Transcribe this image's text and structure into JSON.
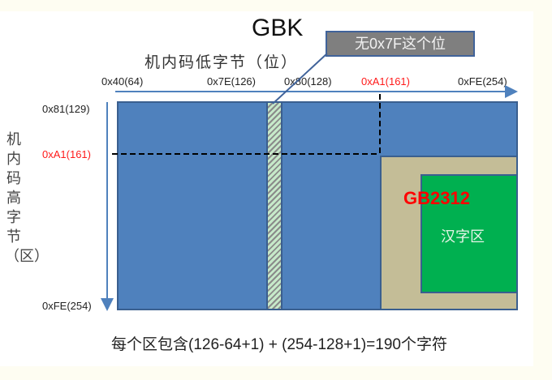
{
  "title": "GBK",
  "x_axis": {
    "label": "机内码低字节（位）",
    "ticks": [
      {
        "label": "0x40(64)",
        "highlight": false
      },
      {
        "label": "0x7E(126)",
        "highlight": false
      },
      {
        "label": "0x80(128)",
        "highlight": false
      },
      {
        "label": "0xA1(161)",
        "highlight": true
      },
      {
        "label": "0xFE(254)",
        "highlight": false
      }
    ]
  },
  "y_axis": {
    "label": "机内码高字节（区）",
    "ticks": [
      {
        "label": "0x81(129)",
        "highlight": false
      },
      {
        "label": "0xA1(161)",
        "highlight": true
      },
      {
        "label": "0xFE(254)",
        "highlight": false
      }
    ]
  },
  "callout": {
    "text": "无0x7F这个位"
  },
  "regions": {
    "gb2312_label": "GB2312",
    "hanzi_label": "汉字区"
  },
  "footer": {
    "text": "每个区包含(126-64+1) + (254-128+1)=190个字符"
  },
  "colors": {
    "gbk_area": "#4f81bd",
    "gb2312_area": "#c4bd97",
    "hanzi_area": "#00b050",
    "highlight": "#ff0000",
    "callout_bg": "#7f7f7f"
  }
}
